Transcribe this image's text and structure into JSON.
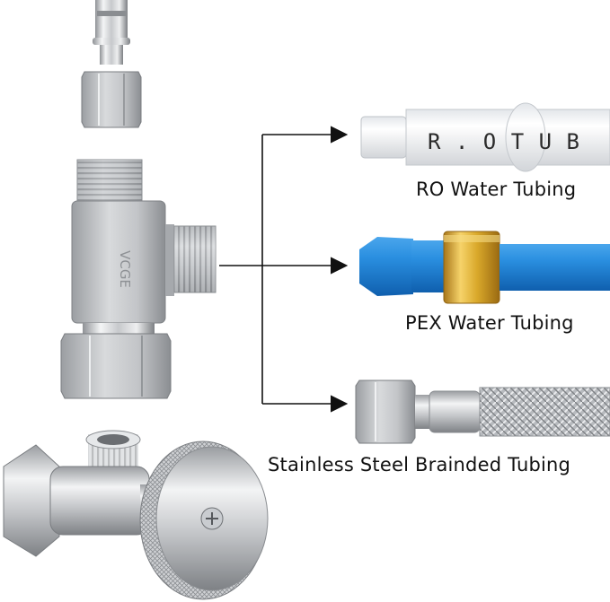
{
  "labels": {
    "ro": "RO Water Tubing",
    "pex": "PEX Water Tubing",
    "stainless": "Stainless Steel Brainded Tubing"
  },
  "tube_print": {
    "ro_text": "R . O   T U B"
  },
  "colors": {
    "background": "#ffffff",
    "pex_blue": "#1f86d6",
    "brass": "#d9a82a",
    "chrome": "#c9ccd0",
    "arrow": "#111111"
  },
  "icons": {
    "arrow": "arrow-right-icon"
  }
}
